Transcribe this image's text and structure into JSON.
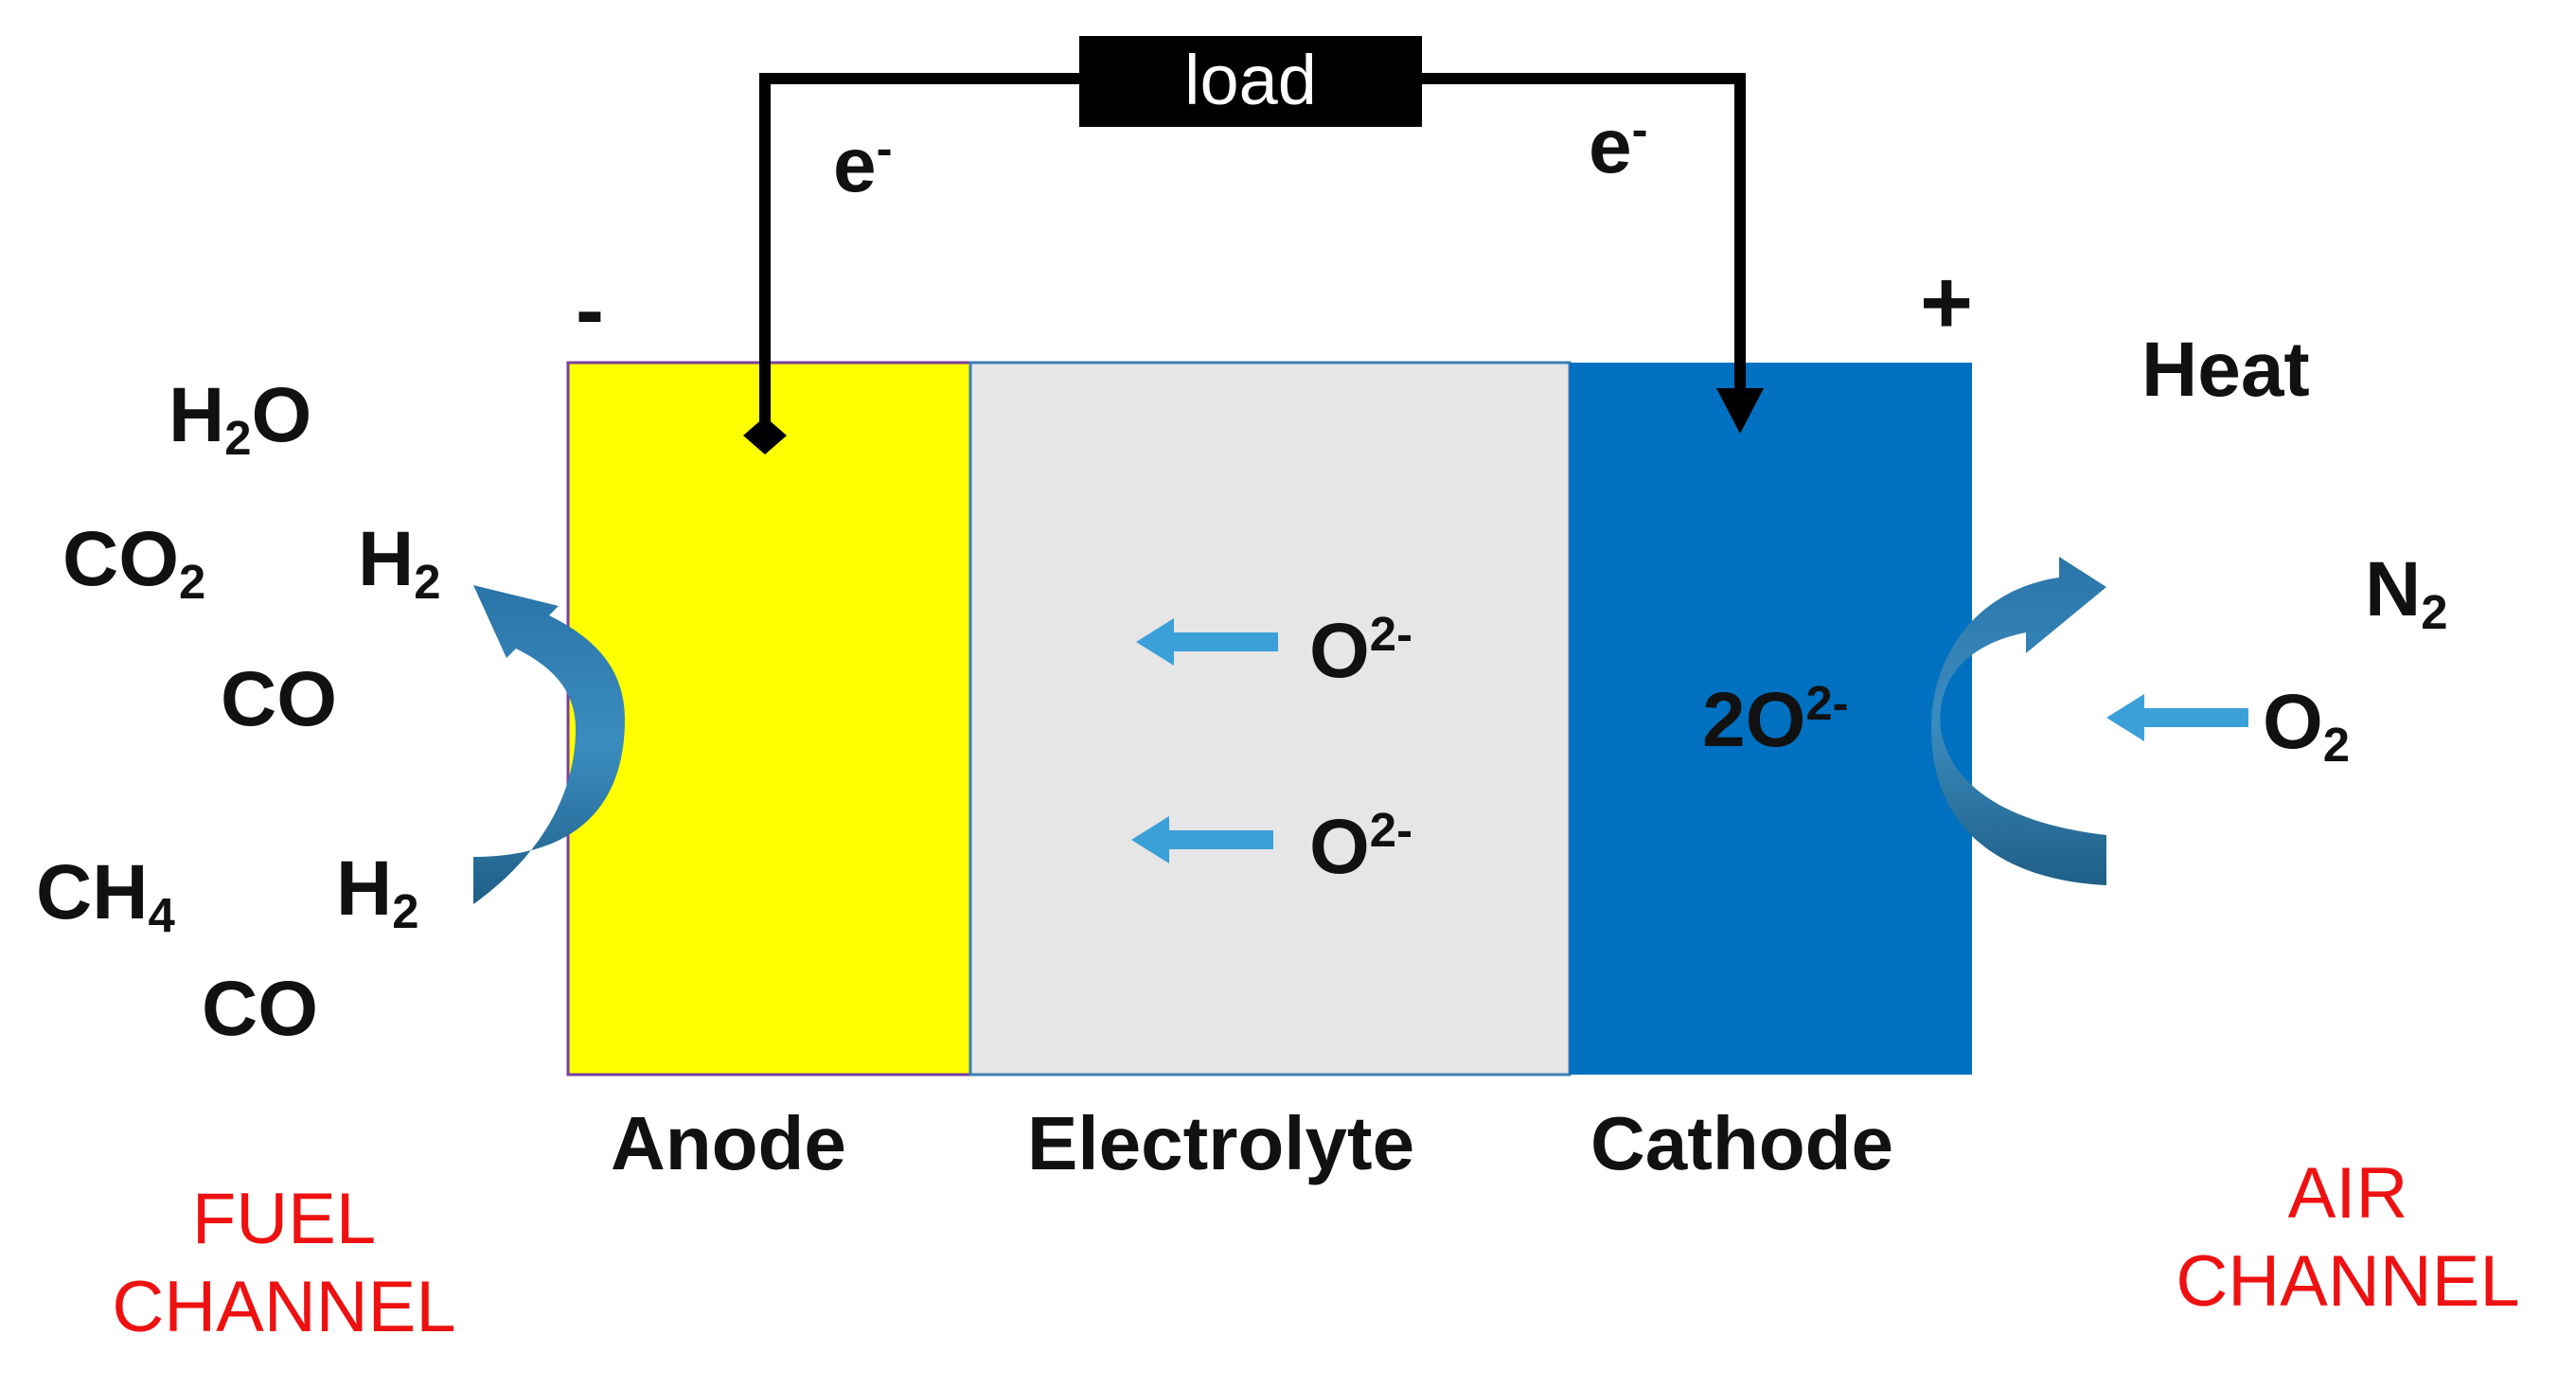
{
  "circuit": {
    "load_label": "load",
    "electron_left": "e",
    "electron_right": "e",
    "electron_charge": "-"
  },
  "polarity": {
    "negative": "-",
    "positive": "+"
  },
  "layers": {
    "anode": "Anode",
    "electrolyte": "Electrolyte",
    "cathode": "Cathode"
  },
  "fuel_side": {
    "h2o": {
      "base": "H",
      "sub": "2",
      "tail": "O"
    },
    "co2": {
      "base": "CO",
      "sub": "2"
    },
    "h2_top": {
      "base": "H",
      "sub": "2"
    },
    "co_top": "CO",
    "ch4": {
      "base": "CH",
      "sub": "4"
    },
    "h2_bottom": {
      "base": "H",
      "sub": "2"
    },
    "co_bottom": "CO",
    "channel_line1": "FUEL",
    "channel_line2": "CHANNEL"
  },
  "electrolyte_ions": {
    "ion1": {
      "base": "O",
      "sup": "2-"
    },
    "ion2": {
      "base": "O",
      "sup": "2-"
    }
  },
  "cathode_ion": {
    "base": "2O",
    "sup": "2-"
  },
  "air_side": {
    "heat": "Heat",
    "n2": {
      "base": "N",
      "sub": "2"
    },
    "o2": {
      "base": "O",
      "sub": "2"
    },
    "channel_line1": "AIR",
    "channel_line2": "CHANNEL"
  },
  "colors": {
    "anode": "#ffff00",
    "electrolyte": "#e6e6e6",
    "cathode": "#0070c0",
    "ion_arrow": "#3ca0d8",
    "flow_arrow": "#2f7fb0",
    "channel_text": "#ee1111"
  }
}
